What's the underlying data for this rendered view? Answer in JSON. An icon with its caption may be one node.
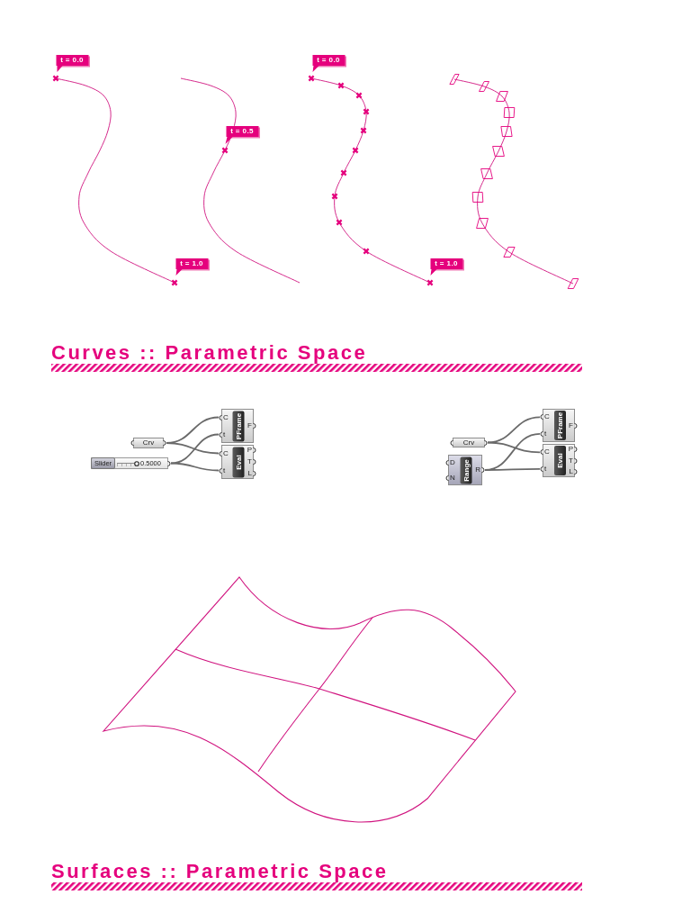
{
  "diagram": {
    "nodes": [
      {
        "text": [
          "t = 0.0"
        ]
      },
      {
        "text": [
          "t = 0.0"
        ]
      },
      {
        "text": [
          "t = 0.5"
        ]
      },
      {
        "text": [
          "t = 1.0"
        ]
      },
      {
        "text": [
          "t = 1.0"
        ]
      },
      {
        "text": [
          "Crv"
        ]
      },
      {
        "text": [
          "Slider",
          "0.5000"
        ]
      },
      {
        "text": [
          "C",
          "t",
          "PFrame",
          "F"
        ]
      },
      {
        "text": [
          "C",
          "t",
          "Eval",
          "P",
          "T",
          "L"
        ]
      },
      {
        "text": [
          "Crv"
        ]
      },
      {
        "text": [
          "D",
          "N",
          "Range",
          "R"
        ]
      },
      {
        "text": [
          "C",
          "t",
          "PFrame",
          "F"
        ]
      },
      {
        "text": [
          "C",
          "t",
          "Eval",
          "P",
          "T",
          "L"
        ]
      }
    ],
    "edges": [
      {
        "from": 5,
        "to": 7,
        "arrow": "none"
      },
      {
        "from": 5,
        "to": 8,
        "arrow": "none"
      },
      {
        "from": 6,
        "to": 7,
        "arrow": "none"
      },
      {
        "from": 6,
        "to": 8,
        "arrow": "none"
      },
      {
        "from": 9,
        "to": 11,
        "arrow": "none"
      },
      {
        "from": 9,
        "to": 12,
        "arrow": "none"
      },
      {
        "from": 10,
        "to": 11,
        "arrow": "none"
      },
      {
        "from": 10,
        "to": 12,
        "arrow": "none"
      }
    ],
    "labels": [
      "Curves :: Parametric Space",
      "Surfaces :: Parametric Space"
    ]
  }
}
